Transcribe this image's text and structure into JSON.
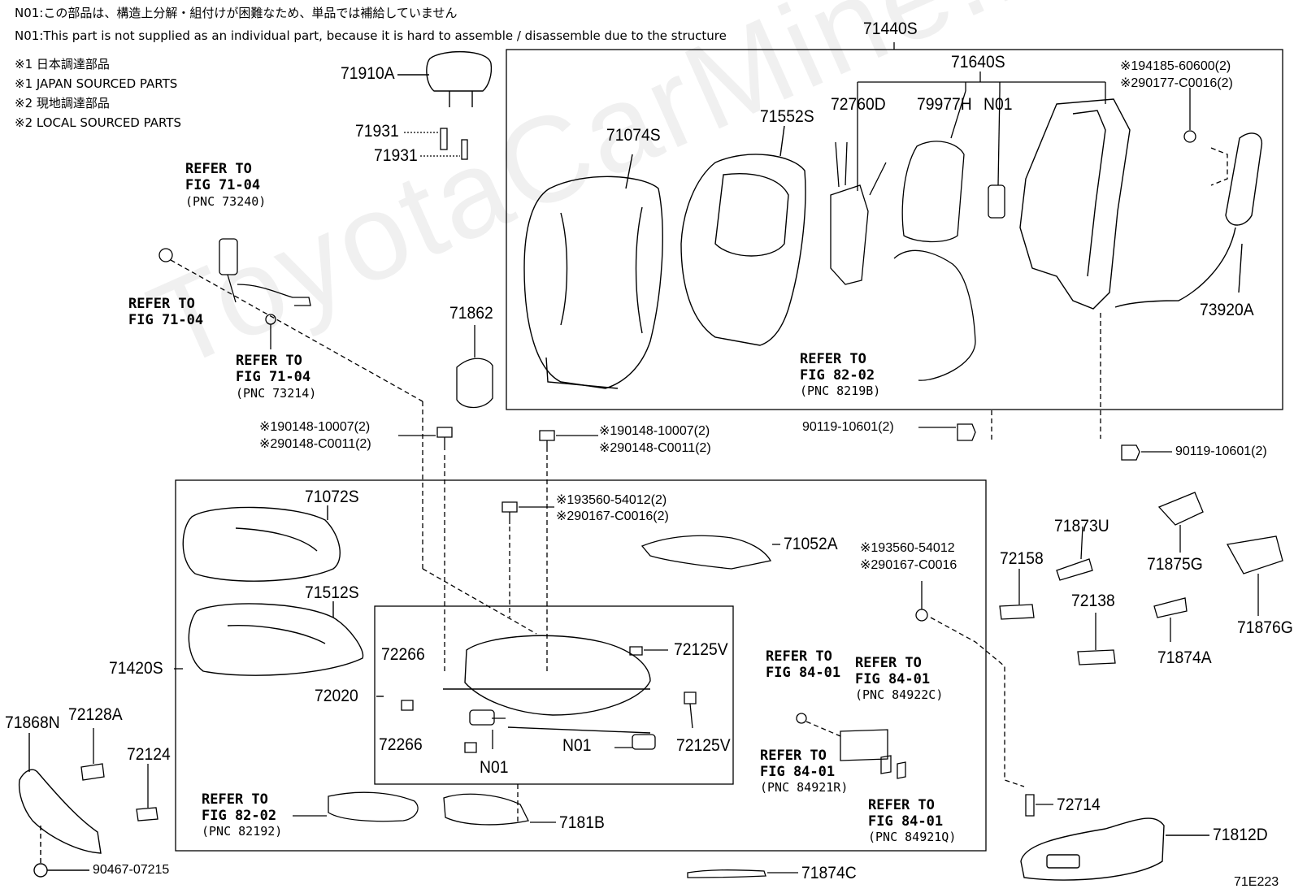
{
  "header": {
    "note_jp": "N01:この部品は、構造上分解・組付けが困難なため、単品では補給していません",
    "note_en": "N01:This part is not supplied as an individual part, because it is hard to assemble / disassemble due to the structure",
    "legend1_jp": "※1 日本調達部品",
    "legend1_en": "※1 JAPAN SOURCED PARTS",
    "legend2_jp": "※2 現地調達部品",
    "legend2_en": "※2 LOCAL SOURCED PARTS"
  },
  "watermark": "ToyotaCarMine.ru",
  "figure_id": "71E223",
  "parts": {
    "p71910A": "71910A",
    "p71931a": "71931",
    "p71931b": "71931",
    "p71440S": "71440S",
    "p71640S": "71640S",
    "p71074S": "71074S",
    "p71552S": "71552S",
    "p72760D": "72760D",
    "p79977H": "79977H",
    "pN01top": "N01",
    "p73920A": "73920A",
    "p71862": "71862",
    "p71072S": "71072S",
    "p71512S": "71512S",
    "p71420S": "71420S",
    "p71052A": "71052A",
    "p72266a": "72266",
    "p72266b": "72266",
    "p72020": "72020",
    "pN01a": "N01",
    "pN01b": "N01",
    "p72125Va": "72125V",
    "p72125Vb": "72125V",
    "p7181B": "7181B",
    "p71868N": "71868N",
    "p72128A": "72128A",
    "p72124": "72124",
    "p72158": "72158",
    "p71873U": "71873U",
    "p72138": "72138",
    "p71875G": "71875G",
    "p71876G": "71876G",
    "p71874A": "71874A",
    "p72714": "72714",
    "p71812D": "71812D",
    "p71874C": "71874C"
  },
  "fasteners": {
    "f_top_right_1": "※194185-60600(2)",
    "f_top_right_2": "※290177-C0016(2)",
    "f_left_1": "※190148-10007(2)",
    "f_left_2": "※290148-C0011(2)",
    "f_mid_1": "※190148-10007(2)",
    "f_mid_2": "※290148-C0011(2)",
    "f_bolt_1": "※193560-54012(2)",
    "f_bolt_2": "※290167-C0016(2)",
    "f_right_1": "※193560-54012",
    "f_right_2": "※290167-C0016",
    "f_90119a": "90119-10601(2)",
    "f_90119b": "90119-10601(2)",
    "f_90467": "90467-07215"
  },
  "refs": {
    "r1_a": "REFER TO",
    "r1_b": "FIG 71-04",
    "r1_c": "(PNC 73240)",
    "r2_a": "REFER TO",
    "r2_b": "FIG 71-04",
    "r3_a": "REFER TO",
    "r3_b": "FIG 71-04",
    "r3_c": "(PNC 73214)",
    "r4_a": "REFER TO",
    "r4_b": "FIG 82-02",
    "r4_c": "(PNC 8219B)",
    "r5_a": "REFER TO",
    "r5_b": "FIG 84-01",
    "r6_a": "REFER TO",
    "r6_b": "FIG 84-01",
    "r6_c": "(PNC 84922C)",
    "r7_a": "REFER TO",
    "r7_b": "FIG 84-01",
    "r7_c": "(PNC 84921R)",
    "r8_a": "REFER TO",
    "r8_b": "FIG 82-02",
    "r8_c": "(PNC 82192)",
    "r9_a": "REFER TO",
    "r9_b": "FIG 84-01",
    "r9_c": "(PNC 84921Q)"
  }
}
